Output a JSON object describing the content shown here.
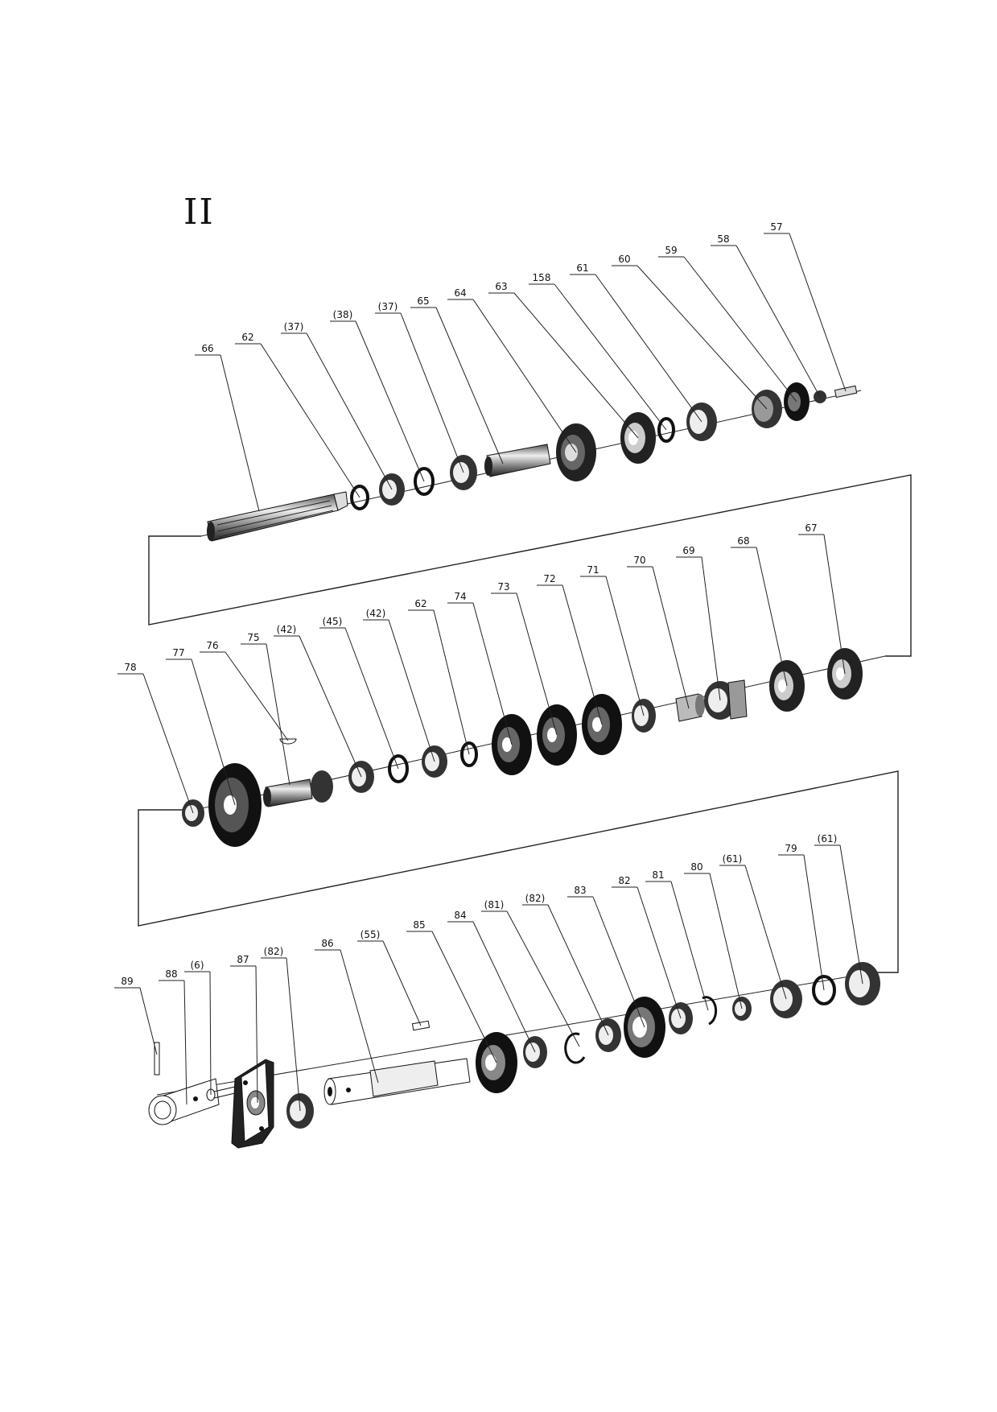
{
  "diagram": {
    "title": "II",
    "callouts": [
      "66",
      "62",
      "(37)",
      "(38)",
      "(37)",
      "65",
      "64",
      "63",
      "158",
      "61",
      "60",
      "59",
      "58",
      "57",
      "78",
      "77",
      "76",
      "75",
      "(42)",
      "(45)",
      "(42)",
      "62",
      "74",
      "73",
      "72",
      "71",
      "70",
      "69",
      "68",
      "67",
      "89",
      "88",
      "(6)",
      "87",
      "(82)",
      "86",
      "(55)",
      "85",
      "84",
      "(81)",
      "(82)",
      "83",
      "82",
      "81",
      "80",
      "(61)",
      "79",
      "(61)"
    ]
  }
}
